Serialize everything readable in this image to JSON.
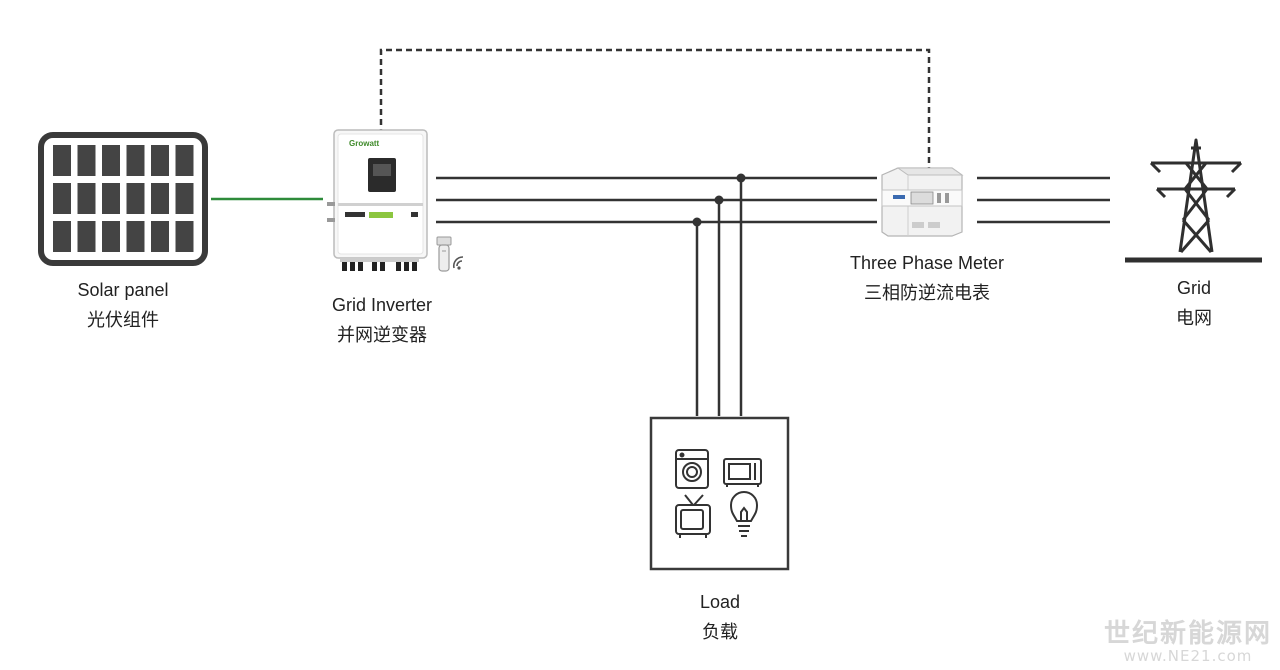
{
  "nodes": {
    "solar_panel": {
      "label_en": "Solar panel",
      "label_cn": "光伏组件"
    },
    "grid_inverter": {
      "label_en": "Grid Inverter",
      "label_cn": "并网逆变器",
      "brand": "Growatt"
    },
    "meter": {
      "label_en": "Three Phase Meter",
      "label_cn": "三相防逆流电表"
    },
    "grid": {
      "label_en": "Grid",
      "label_cn": "电网"
    },
    "load": {
      "label_en": "Load",
      "label_cn": "负载",
      "icons": [
        "washing-machine-icon",
        "microwave-icon",
        "tv-icon",
        "light-bulb-icon"
      ]
    }
  },
  "connections": [
    {
      "from": "solar_panel",
      "to": "grid_inverter",
      "style": "solid",
      "color": "#2e8b3a"
    },
    {
      "from": "grid_inverter",
      "to": "meter",
      "style": "dashed"
    },
    {
      "from": "grid_inverter",
      "to": "meter",
      "style": "three-phase"
    },
    {
      "from": "meter",
      "to": "grid",
      "style": "three-phase"
    },
    {
      "from": "grid_inverter",
      "to": "load",
      "style": "three-phase"
    }
  ],
  "colors": {
    "line": "#333333",
    "green": "#2e8b3a",
    "accent": "#8cc63f"
  },
  "watermark": {
    "cn": "世纪新能源网",
    "url": "www.NE21.com"
  }
}
